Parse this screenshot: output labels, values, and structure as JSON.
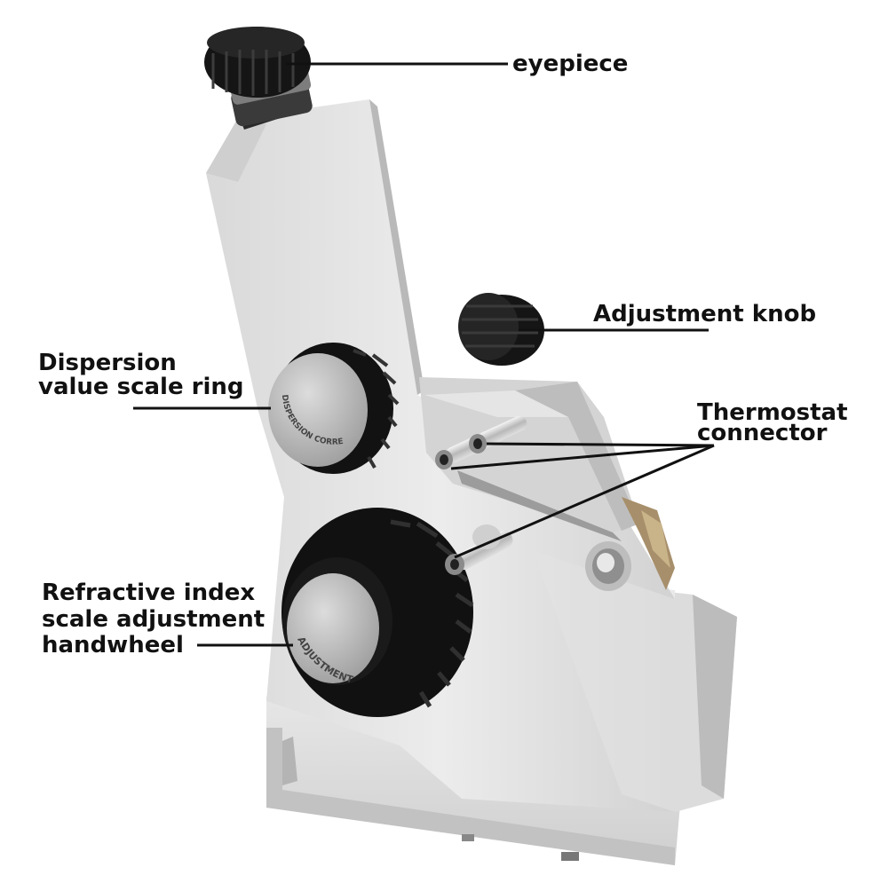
{
  "labels": {
    "eyepiece": "eyepiece",
    "adjustment_knob": "Adjustment knob",
    "dispersion_line1": "Dispersion",
    "dispersion_line2": "value scale ring",
    "thermostat_line1": "Thermostat",
    "thermostat_line2": "connector",
    "refractive_line1": "Refractive index",
    "refractive_line2": "scale adjustment",
    "refractive_line3": "handwheel"
  },
  "knob_text": {
    "dispersion": "DISPERSION CORRECTION",
    "adjustment": "ADJUSTMENT"
  },
  "colors": {
    "body_light": "#e6e6e6",
    "body_mid": "#cfcfcf",
    "body_dark": "#a9a9a9",
    "knob_black": "#111111",
    "line": "#111111"
  }
}
